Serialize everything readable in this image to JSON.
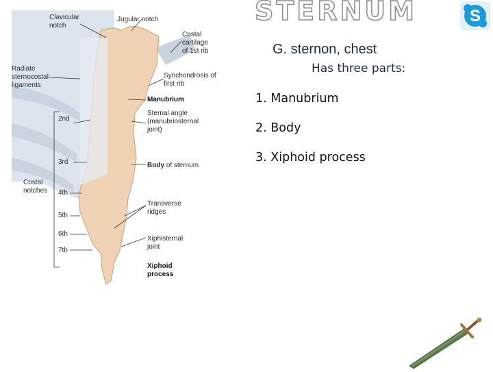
{
  "slide": {
    "title": "STERNUM",
    "subtitle": "G. sternon, chest",
    "intro": "Has three parts:",
    "parts": [
      "1. Manubrium",
      "2. Body",
      "3. Xiphoid process"
    ]
  },
  "figure": {
    "labels": {
      "clavicular_notch": "Clavicular\nnotch",
      "jugular_notch": "Jugular notch",
      "costal_cartilage": "Costal\ncartilage\nof 1st rib",
      "radiate_ligaments": "Radiate\nsternocostal\nligaments",
      "synchondrosis": "Synchondrosis of\nfirst rib",
      "manubrium": "Manubrium",
      "sternal_angle": "Sternal angle\n(manubriosternal\njoint)",
      "rib_2nd": "2nd",
      "rib_3rd": "3rd",
      "body_bold": "Body",
      "body_rest": " of sternum",
      "costal_notches": "Costal\nnotches",
      "rib_4th": "4th",
      "rib_5th": "5th",
      "rib_6th": "6th",
      "rib_7th": "7th",
      "transverse_ridges": "Transverse\nridges",
      "xiphisternal_joint": "Xiphisternal\njoint",
      "xiphoid_process": "Xiphoid\nprocess"
    }
  },
  "colors": {
    "bone": "#f0d3b5",
    "ligament": "#d5dfe9",
    "title_outline": "#8e8e8e",
    "text_dark": "#1b2a47",
    "skype_blue": "#1a9be0"
  },
  "icons": [
    "skype-logo-icon",
    "sword-icon"
  ]
}
